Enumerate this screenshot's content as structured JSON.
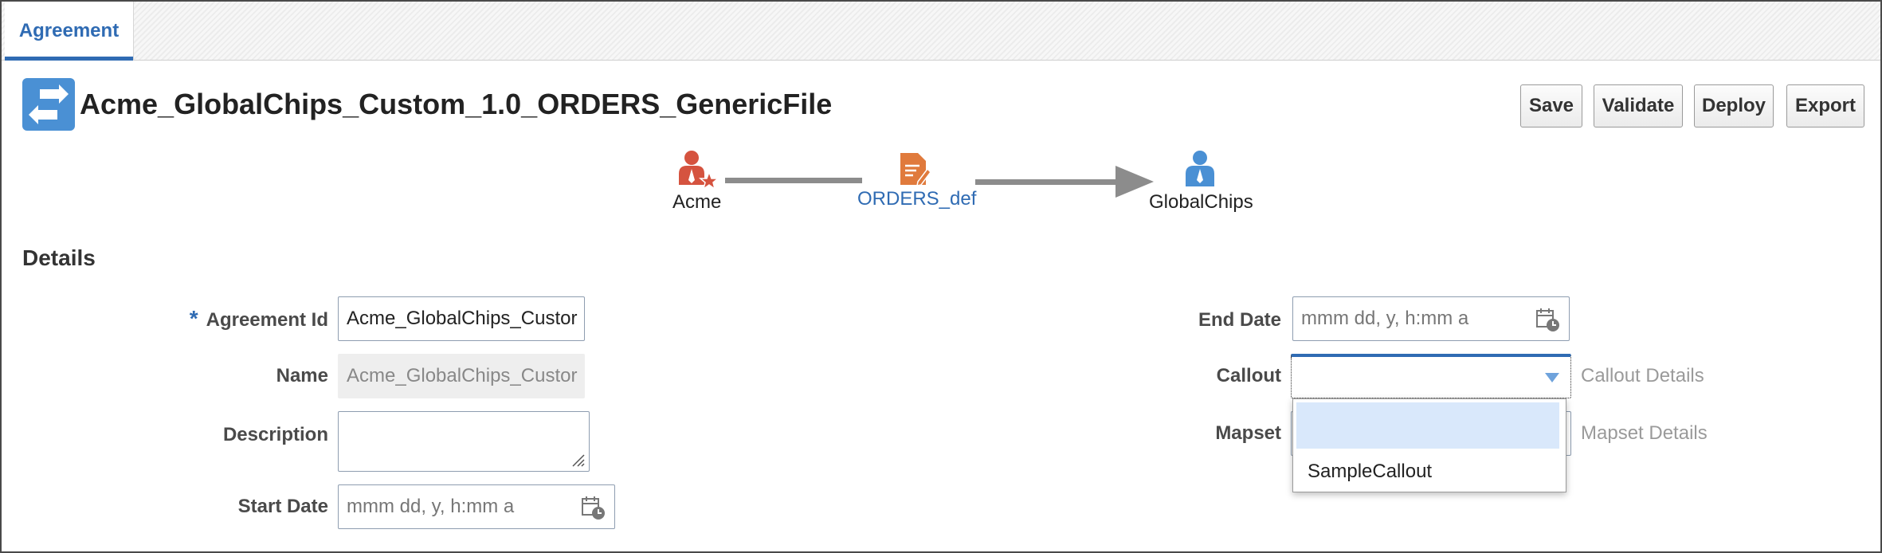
{
  "tabs": [
    {
      "label": "Agreement",
      "active": true
    }
  ],
  "header": {
    "title": "Acme_GlobalChips_Custom_1.0_ORDERS_GenericFile",
    "icon": "agreement-exchange-icon",
    "buttons": {
      "save": "Save",
      "validate": "Validate",
      "deploy": "Deploy",
      "export": "Export"
    }
  },
  "flow": {
    "sender": "Acme",
    "document": "ORDERS_def",
    "receiver": "GlobalChips",
    "colors": {
      "sender": "#d5533f",
      "document": "#e07a3c",
      "receiver": "#4a90d4",
      "link": "#2f6bb3"
    }
  },
  "details": {
    "title": "Details",
    "agreement_id": {
      "label": "Agreement Id",
      "required_marker": "*",
      "value": "Acme_GlobalChips_Custor"
    },
    "name": {
      "label": "Name",
      "value": "Acme_GlobalChips_Custor"
    },
    "description": {
      "label": "Description",
      "value": ""
    },
    "start_date": {
      "label": "Start Date",
      "placeholder": "mmm dd, y, h:mm a"
    },
    "end_date": {
      "label": "End Date",
      "placeholder": "mmm dd, y, h:mm a"
    },
    "callout": {
      "label": "Callout",
      "value": "",
      "details_link": "Callout Details",
      "options": [
        "",
        "SampleCallout"
      ]
    },
    "mapset": {
      "label": "Mapset",
      "details_link": "Mapset Details"
    }
  },
  "colors": {
    "accent": "#2f6bb3",
    "icon_bg": "#4a90d4"
  }
}
